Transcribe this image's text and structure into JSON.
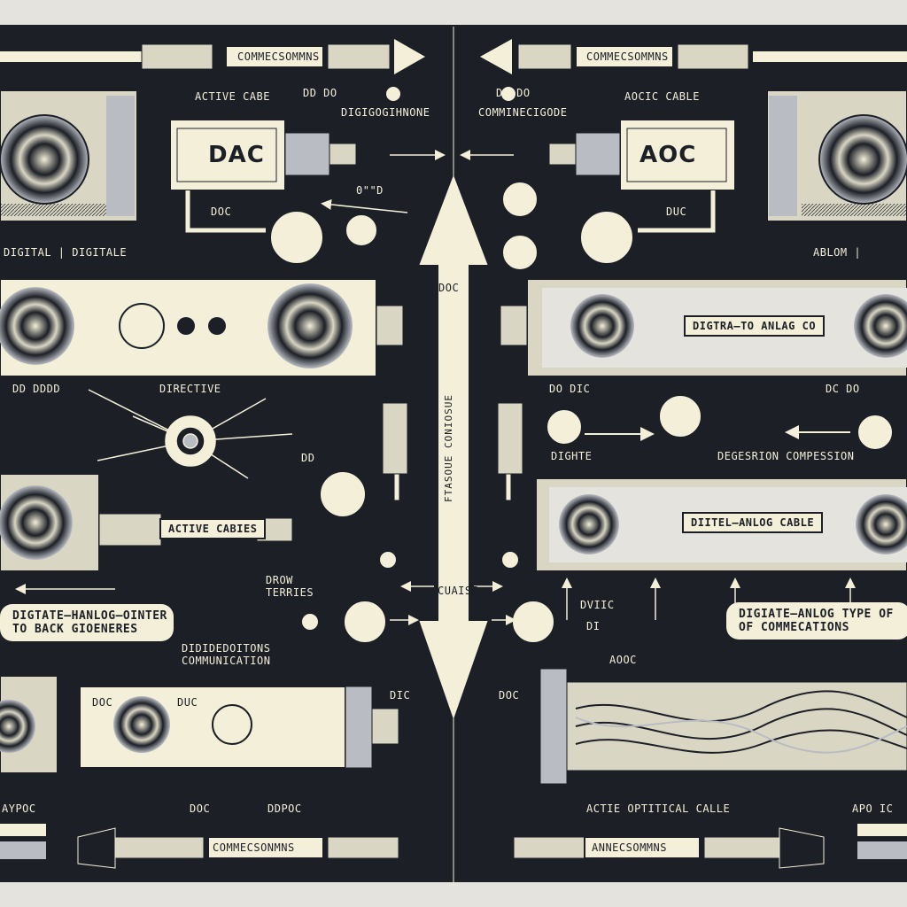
{
  "labels": {
    "conn_top_left": "COMMECSOMMNS",
    "conn_top_right": "COMMECSOMMNS",
    "active_cable": "ACTIVE CABE",
    "aoc_cable": "AOCIC CABLE",
    "dac_label": "DAC",
    "aoc_label": "AOC",
    "digital_top": "DIGITAL | DIGITALE",
    "dd_top_left": "DD   DO",
    "dig_convenience": "DIGIGOGIHNONE",
    "do_top_right": "DO   DO",
    "comm_top_right": "COMMINECIGODE",
    "left_doc": "DOC",
    "right_duc": "DUC",
    "zero_label": "0\"\"D",
    "analog_right": "ABLOM |",
    "digita_to_analog": "DIGTRA–TO ANLAG CO",
    "center_doc": "DOC",
    "center_vertical": "FTASOUE CONIOSUE",
    "center_bottom": "CUAISI",
    "directive": "DIRECTIVE",
    "dd_mid": "DD",
    "dd_row_left": "DD    DDDD",
    "dd_row_right": "DO    DIC",
    "dc_right": "DC    DO",
    "dighte": "DIGHTE",
    "detection_comp": "DEGESRION COMPESSION",
    "active_cables": "ACTIVE CABIES",
    "digital_analog_cable": "DIITEL–ANLOG   CABLE",
    "driow": "DROW\nTERRIES",
    "digital_analog_back": "DIGTATE–HANLOG–OINTER\nTO BACK GIOENERES",
    "digital_analog_types": "DIGIATE–ANLOG TYPE OF\nOF COMMECATIONS",
    "digital_connection": "DIDIDEDOITONS\nCOMMUNICATION",
    "doc_bottom": "DOC",
    "duc_bottom": "DUC",
    "dic_bottom": "DIC",
    "doc_bottom_right": "DOC",
    "aoc_small": "AOOC",
    "dvic": "DVIIC",
    "di": "DI",
    "active_optical": "ACTIE OPTITICAL CALLE",
    "aypoc": "AYPOC",
    "apoic": "APO IC",
    "doc_footer": "DOC",
    "odpoc": "DDPOC",
    "conn_bottom_left": "COMMECSONMNS",
    "conn_bottom_right": "ANNECSOMMNS"
  },
  "colors": {
    "background": "#1c1f26",
    "cream": "#f3efd9",
    "steel": "#b9bcc2",
    "ink": "#1c1f26"
  }
}
